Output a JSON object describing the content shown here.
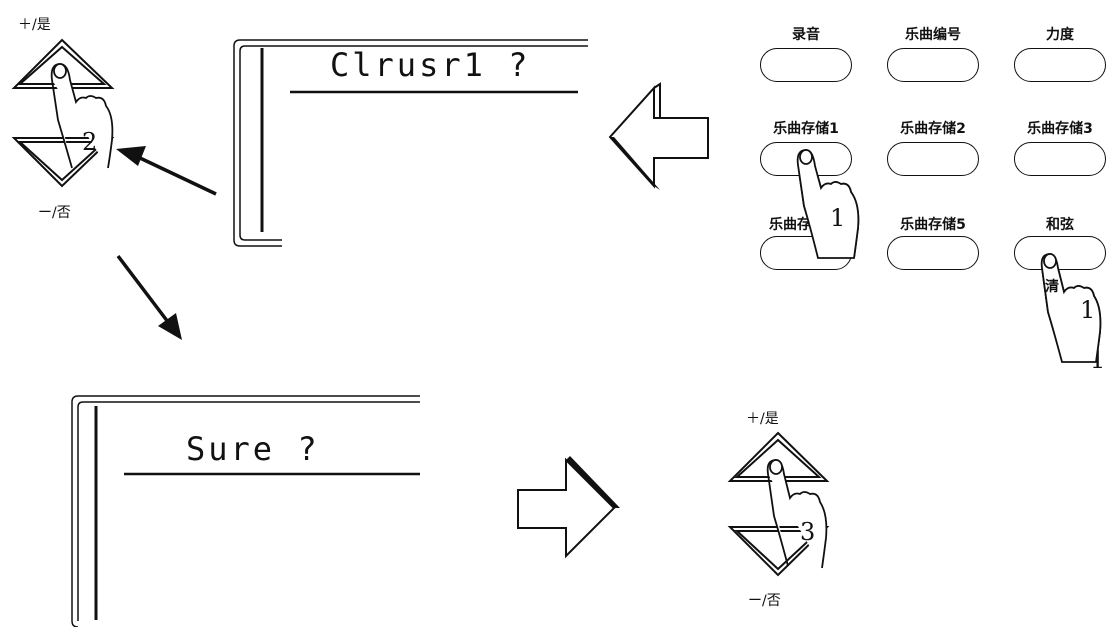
{
  "top_pad": {
    "plus_label": "＋/是",
    "minus_label": "ー/否",
    "step": "2"
  },
  "bottom_pad": {
    "plus_label": "＋/是",
    "minus_label": "ー/否",
    "step": "3"
  },
  "lcd_top": {
    "text": "Clrusr1 ?"
  },
  "lcd_bottom": {
    "text": "Sure ?"
  },
  "panel": {
    "row1": [
      "录音",
      "乐曲编号",
      "力度"
    ],
    "row2": [
      "乐曲存储1",
      "乐曲存储2",
      "乐曲存储3"
    ],
    "row3": [
      "乐曲存",
      "乐曲存储5",
      "和弦"
    ],
    "clear_label": "清",
    "step_a": "1",
    "step_b": "1"
  }
}
